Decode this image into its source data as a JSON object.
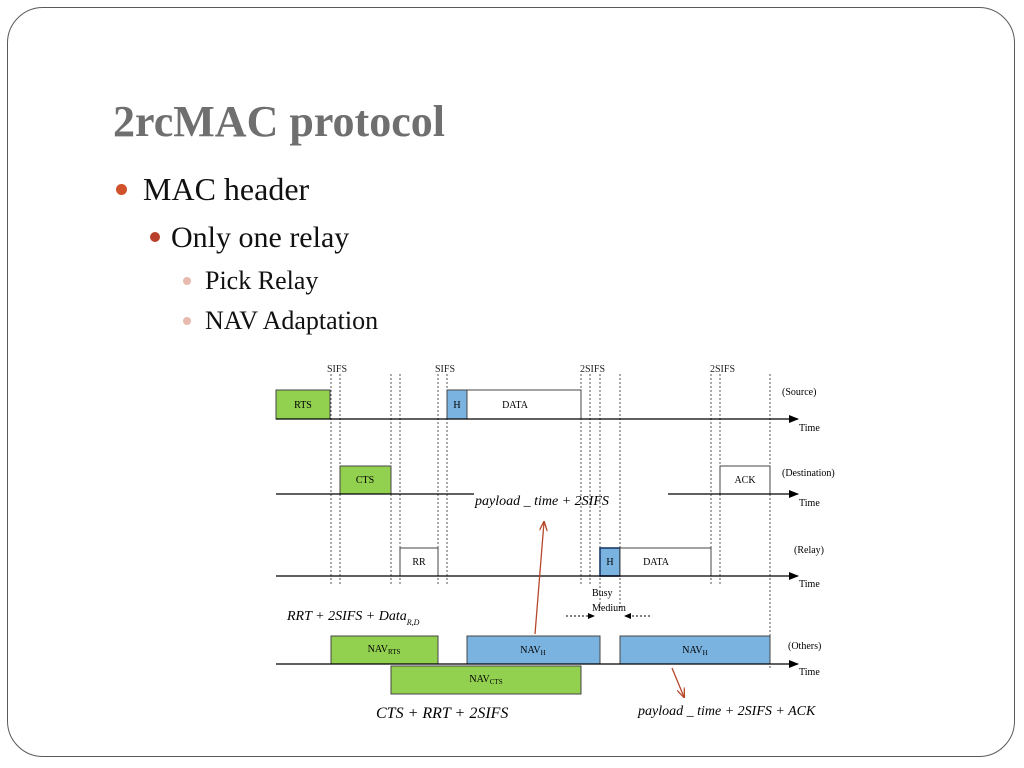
{
  "slide": {
    "title": "2rcMAC protocol",
    "bullets": [
      "MAC header",
      "Only one relay",
      "Pick Relay",
      "NAV Adaptation"
    ]
  },
  "diagram": {
    "ifs_labels": [
      "SIFS",
      "SIFS",
      "2SIFS",
      "2SIFS"
    ],
    "lanes": [
      "(Source)",
      "(Destination)",
      "(Relay)",
      "(Others)"
    ],
    "time_label": "Time",
    "frames": {
      "rts": "RTS",
      "h": "H",
      "data": "DATA",
      "cts": "CTS",
      "ack": "ACK",
      "rr": "RR",
      "nav": "NAV",
      "nav_rts_sub": "RTS",
      "nav_h_sub": "H",
      "nav_cts_sub": "CTS"
    },
    "busy_medium": [
      "Busy",
      "Medium"
    ],
    "formulas": {
      "payload_2sifs": "payload _ time + 2SIFS",
      "rrt_formula_main": "RRT + 2SIFS + Data",
      "rrt_formula_sub": "R,D",
      "cts_rrt": "CTS + RRT + 2SIFS",
      "payload_ack": "payload _ time + 2SIFS + ACK"
    },
    "colors": {
      "green": "#92d050",
      "blue": "#7bb3e0",
      "arrow_red": "#b5472a"
    }
  }
}
